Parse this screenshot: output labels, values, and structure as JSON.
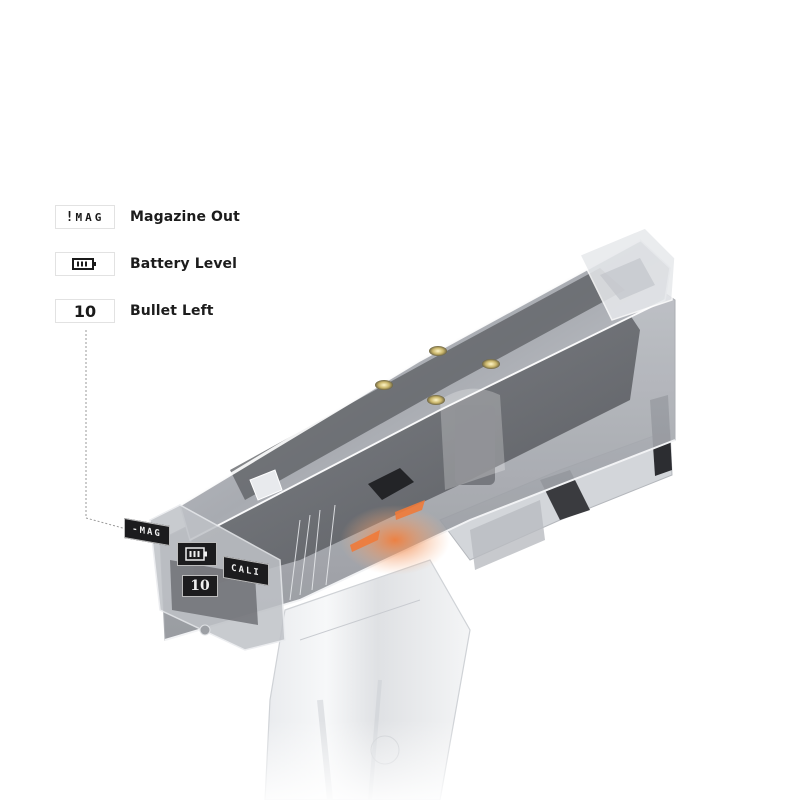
{
  "legend": [
    {
      "icon": "mag-warning-icon",
      "symbol_bang": "!",
      "symbol_text": "MAG",
      "label": "Magazine Out"
    },
    {
      "icon": "battery-icon",
      "label": "Battery Level"
    },
    {
      "icon": "bullet-count",
      "symbol_text": "10",
      "label": "Bullet Left"
    }
  ],
  "device_display": {
    "mag_tag": "-MAG",
    "cali_tag": "CALI",
    "count": "10"
  },
  "colors": {
    "accent_orange": "#f08a4b",
    "display_bg": "#1c1c1e",
    "shell_clear": "#e9ecef",
    "internal_dark": "#55575c"
  }
}
